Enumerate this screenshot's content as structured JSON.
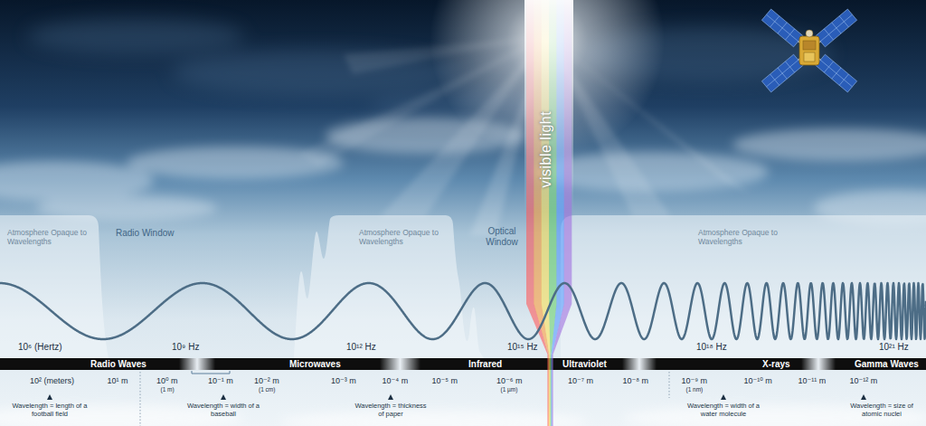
{
  "diagram": {
    "nodes": [
      {
        "text": [
          "Atmosphere Opaque to Wavelengths"
        ]
      },
      {
        "text": [
          "Atmosphere Opaque to Wavelengths"
        ]
      },
      {
        "text": [
          "Atmosphere Opaque to Wavelengths"
        ]
      }
    ],
    "labels": [
      "Radio Window",
      "Optical Window",
      "visible light",
      "10⁶ (Hertz)",
      "10⁹ Hz",
      "10¹² Hz",
      "10¹⁵ Hz",
      "10¹⁸ Hz",
      "10²¹ Hz",
      "Radio Waves",
      "Microwaves",
      "Infrared",
      "Ultraviolet",
      "X-rays",
      "Gamma Waves",
      "10² (meters)",
      "10¹ m",
      "10⁰ m",
      "(1 m)",
      "10⁻¹ m",
      "10⁻² m",
      "(1 cm)",
      "10⁻³ m",
      "10⁻⁴ m",
      "10⁻⁵ m",
      "10⁻⁶ m",
      "(1 µm)",
      "10⁻⁷ m",
      "10⁻⁸ m",
      "10⁻⁹ m",
      "(1 nm)",
      "10⁻¹⁰ m",
      "10⁻¹¹ m",
      "10⁻¹² m",
      "Wavelength = length of a football field",
      "Wavelength = width of a baseball",
      "Wavelength = thickness of paper",
      "Wavelength = width of a water molecule",
      "Wavelength = size of atomic nuclei"
    ]
  }
}
